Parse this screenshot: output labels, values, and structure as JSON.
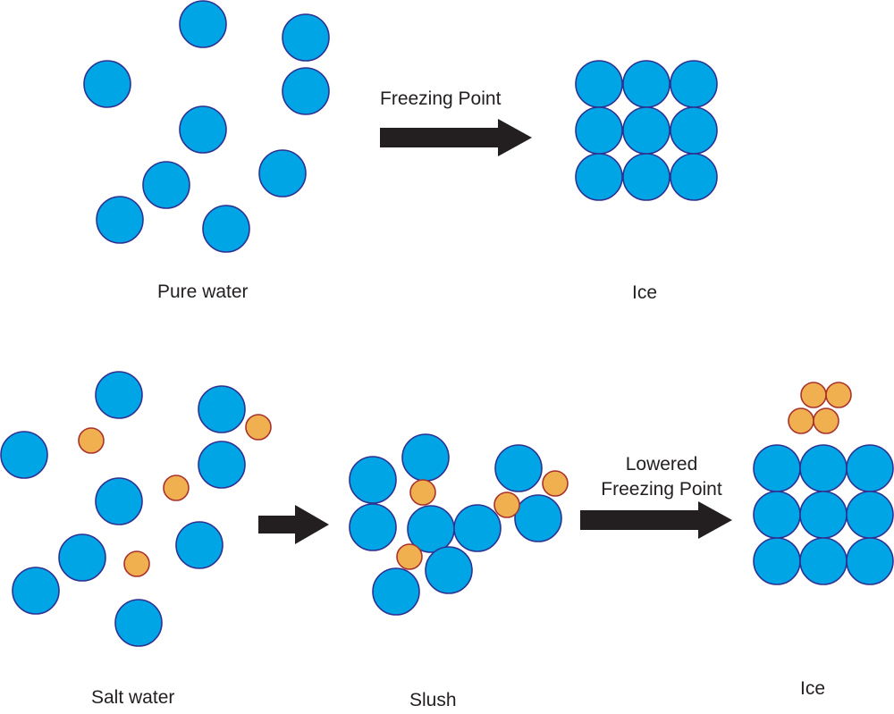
{
  "colors": {
    "water_fill": "#00a5e6",
    "water_stroke": "#2e3192",
    "salt_fill": "#f0b050",
    "salt_stroke": "#a8322d",
    "arrow": "#231f20",
    "text": "#231f20"
  },
  "top_row": {
    "arrow_label": "Freezing Point",
    "left_caption": "Pure water",
    "right_caption": "Ice"
  },
  "bottom_row": {
    "left_caption": "Salt water",
    "middle_caption": "Slush",
    "arrow_label_line1": "Lowered",
    "arrow_label_line2": "Freezing Point",
    "right_caption": "Ice"
  }
}
